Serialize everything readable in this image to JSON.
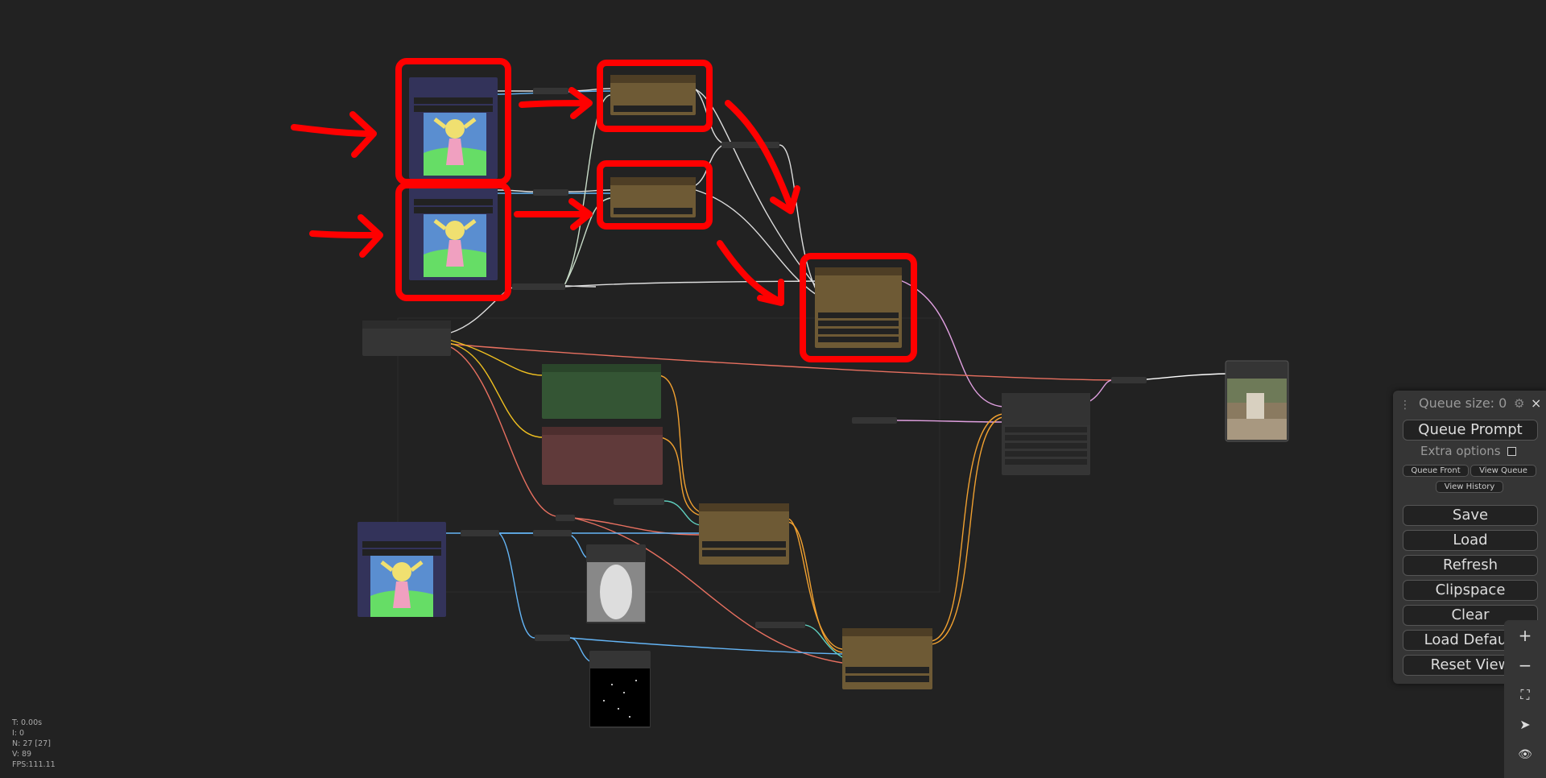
{
  "menu": {
    "drag_handle": "⋮",
    "queue_size": "Queue size: 0",
    "gear": "⚙",
    "close": "×",
    "queue_prompt": "Queue Prompt",
    "extra_options": "Extra options",
    "queue_front": "Queue Front",
    "view_queue": "View Queue",
    "view_history": "View History",
    "save": "Save",
    "load": "Load",
    "refresh": "Refresh",
    "clipspace": "Clipspace",
    "clear": "Clear",
    "load_default": "Load Default",
    "reset_view": "Reset View"
  },
  "zoom_controls": {
    "zoom_in": "+",
    "zoom_out": "−",
    "fit": "⛶",
    "locate": "➤",
    "toggle_links": "👁"
  },
  "stats": {
    "time": "T: 0.00s",
    "iterations": "I: 0",
    "nodes": "N: 27 [27]",
    "visible": "V: 89",
    "fps": "FPS:111.11"
  },
  "colors": {
    "canvas_bg": "#222222",
    "annotation_red": "#ff0000",
    "node_blue": "#33335a",
    "node_brown": "#6e5a35",
    "node_green": "#345534",
    "node_red": "#603a3a",
    "node_gray": "#353535",
    "link_blue": "#64b5f6",
    "link_yellow": "#f0c020",
    "link_orange": "#f0a030",
    "link_red": "#e87060",
    "link_pink": "#e0a0e0",
    "link_white": "#dddddd",
    "link_teal": "#60d0c0"
  }
}
